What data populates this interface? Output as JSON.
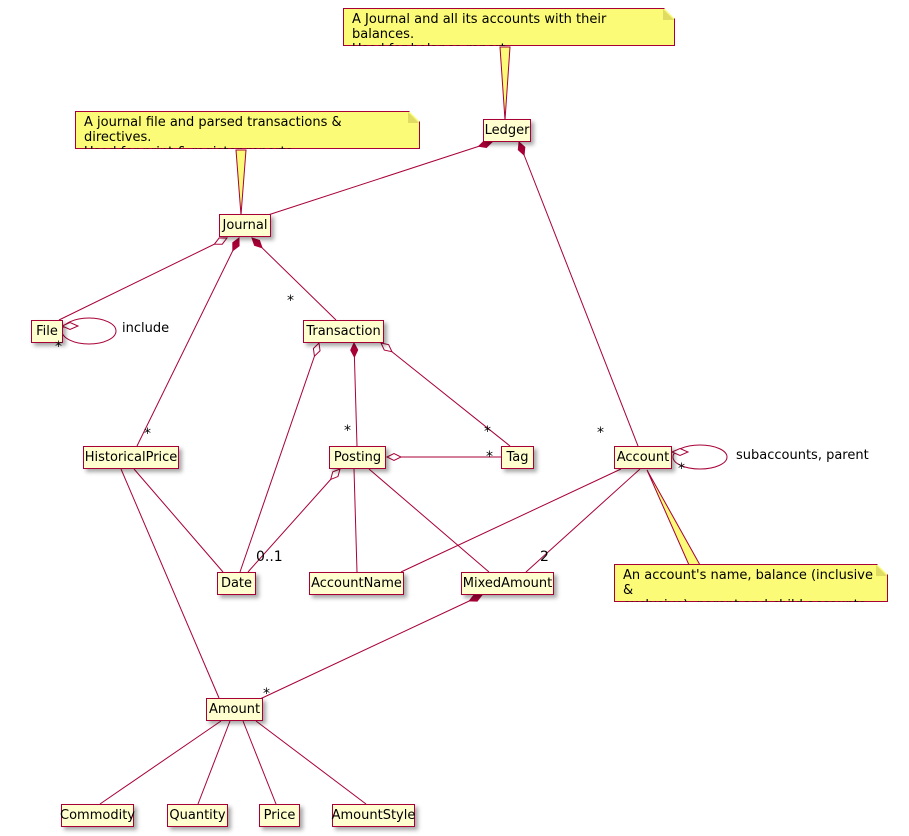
{
  "colors": {
    "class_bg": "#FEFECE",
    "note_bg": "#FBFB77",
    "border": "#A80036",
    "edge": "#A80036",
    "label_text": "#000000"
  },
  "classes": {
    "ledger": "Ledger",
    "journal": "Journal",
    "file": "File",
    "transaction": "Transaction",
    "historical_price": "HistoricalPrice",
    "posting": "Posting",
    "tag": "Tag",
    "account": "Account",
    "date": "Date",
    "account_name": "AccountName",
    "mixed_amount": "MixedAmount",
    "amount": "Amount",
    "commodity": "Commodity",
    "quantity": "Quantity",
    "price": "Price",
    "amount_style": "AmountStyle"
  },
  "notes": {
    "ledger": "A Journal and all its accounts with their balances.\nUsed for balance report",
    "journal": "A journal file and parsed transactions & directives.\nUsed for print & register reports",
    "account": "An account's name, balance (inclusive &\nexclusive), parent and child accounts"
  },
  "edge_labels": {
    "star": "*",
    "zero_or_one": "0..1",
    "two": "2",
    "include": "include",
    "subaccounts": "subaccounts, parent"
  }
}
